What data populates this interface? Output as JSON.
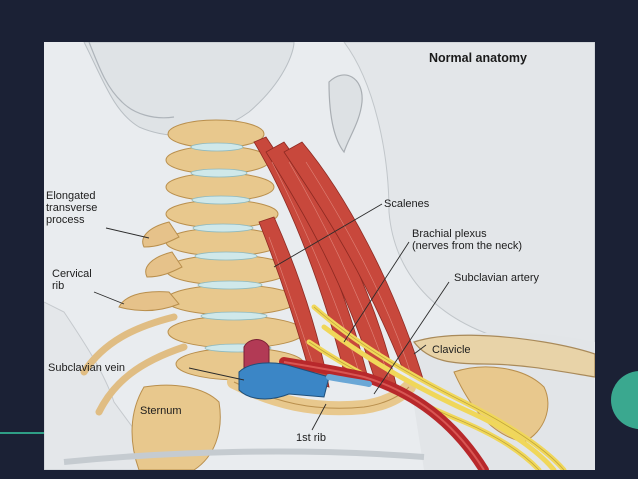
{
  "figure": {
    "title": "Normal anatomy",
    "labels": {
      "elongated_transverse_process": "Elongated\ntransverse\nprocess",
      "cervical_rib": "Cervical\nrib",
      "subclavian_vein": "Subclavian vein",
      "sternum": "Sternum",
      "first_rib": "1st rib",
      "scalenes": "Scalenes",
      "brachial_plexus": "Brachial plexus\n(nerves from the neck)",
      "subclavian_artery": "Subclavian artery",
      "clavicle": "Clavicle"
    }
  },
  "colors": {
    "background": "#1b2135",
    "accent": "#3aa88f",
    "bone": "#e8c88d",
    "muscle": "#c8483c",
    "nerve": "#f0d75a",
    "artery": "#b8282b",
    "vein": "#3b86c6"
  }
}
